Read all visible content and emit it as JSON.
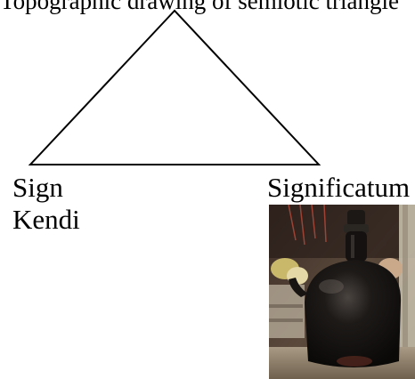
{
  "top_label": "Topographic drawing of semiotic triangle",
  "labels": {
    "sign": "Sign",
    "sign_example": "Kendi",
    "significatum": "Significatum"
  },
  "photo": {
    "subject": "dark glazed kendi water vessel"
  },
  "colors": {
    "line": "#000000",
    "background": "#ffffff",
    "vessel": "#14110f"
  }
}
